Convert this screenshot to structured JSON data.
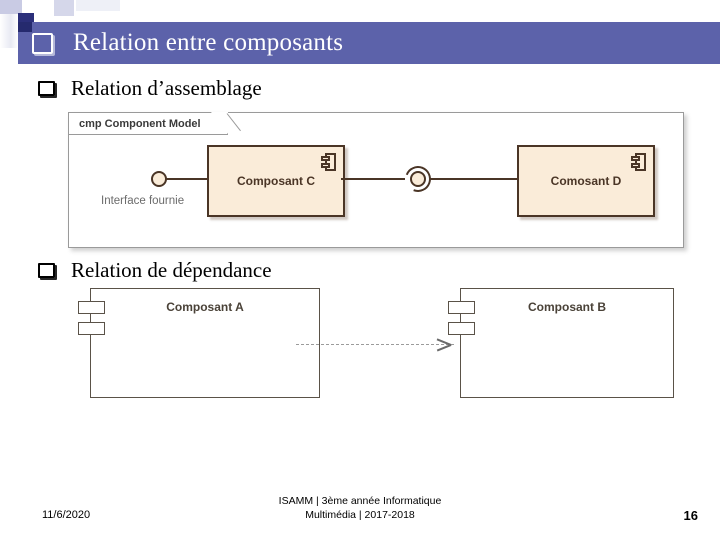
{
  "slide": {
    "title": "Relation entre composants",
    "title_bullet_icon": "square-bullet-icon",
    "background_color": "#ffffff",
    "title_bar_color": "#5c62aa",
    "title_accent_color": "#252a6e"
  },
  "bullets": [
    {
      "label": "Relation d’assemblage",
      "icon": "square-bullet-icon"
    },
    {
      "label": "Relation de dépendance",
      "icon": "square-bullet-icon"
    }
  ],
  "diagram_assembly": {
    "frame_label": "cmp Component Model",
    "component_fill": "#faecd9",
    "component_stroke": "#4a3526",
    "provided_interface_label": "Interface fournie",
    "components": [
      {
        "name": "Composant C",
        "glyph": "uml-component-icon"
      },
      {
        "name": "Comosant D",
        "glyph": "uml-component-icon"
      }
    ]
  },
  "diagram_dependency": {
    "connector_style": "dashed-open-arrow",
    "stroke": "#5a5248",
    "components": [
      {
        "name": "Composant A",
        "glyph": "uml-component-icon"
      },
      {
        "name": "Composant B",
        "glyph": "uml-component-icon"
      }
    ]
  },
  "footer": {
    "date": "11/6/2020",
    "center_line1": "ISAMM | 3ème année Informatique",
    "center_line2": "Multimédia | 2017-2018",
    "page_number": "16"
  }
}
